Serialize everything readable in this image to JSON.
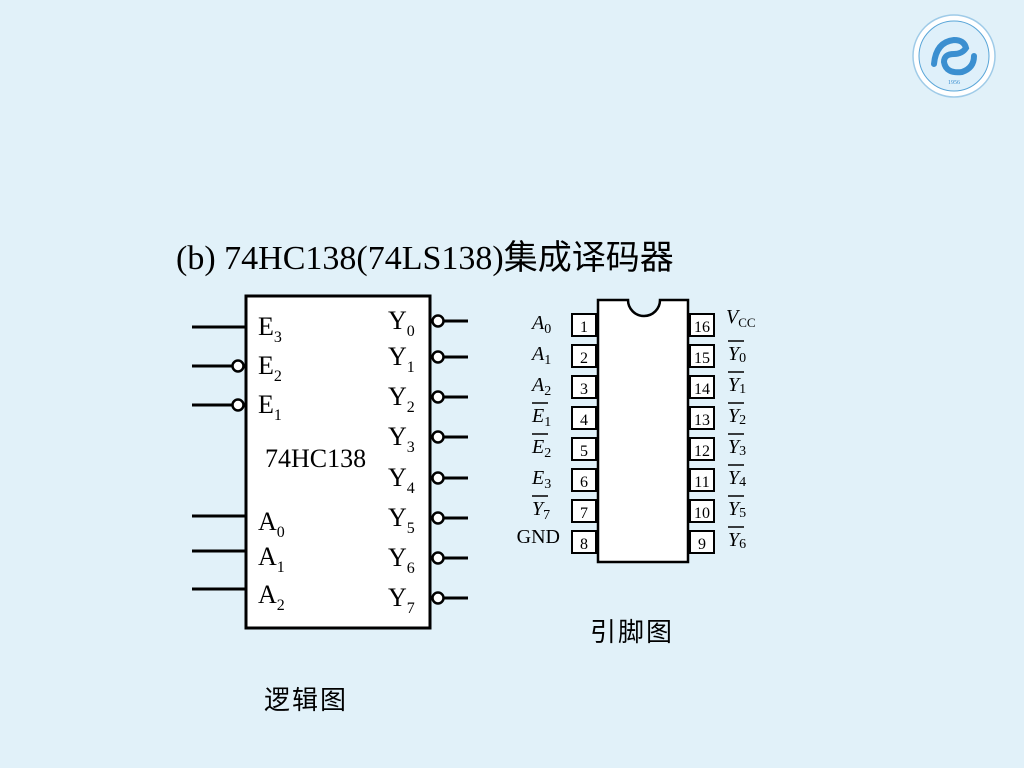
{
  "title": "(b) 74HC138(74LS138)集成译码器",
  "logic_caption": "逻辑图",
  "pinout_caption": "引脚图",
  "logic_chip": {
    "part_name": "74HC138",
    "inputs": [
      {
        "letter": "E",
        "sub": "3",
        "inverted": false
      },
      {
        "letter": "E",
        "sub": "2",
        "inverted": true
      },
      {
        "letter": "E",
        "sub": "1",
        "inverted": true
      },
      {
        "letter": "A",
        "sub": "0",
        "inverted": false
      },
      {
        "letter": "A",
        "sub": "1",
        "inverted": false
      },
      {
        "letter": "A",
        "sub": "2",
        "inverted": false
      }
    ],
    "outputs": [
      {
        "letter": "Y",
        "sub": "0",
        "inverted": true
      },
      {
        "letter": "Y",
        "sub": "1",
        "inverted": true
      },
      {
        "letter": "Y",
        "sub": "2",
        "inverted": true
      },
      {
        "letter": "Y",
        "sub": "3",
        "inverted": true
      },
      {
        "letter": "Y",
        "sub": "4",
        "inverted": true
      },
      {
        "letter": "Y",
        "sub": "5",
        "inverted": true
      },
      {
        "letter": "Y",
        "sub": "6",
        "inverted": true
      },
      {
        "letter": "Y",
        "sub": "7",
        "inverted": true
      }
    ]
  },
  "pin_chip": {
    "left_pins": [
      {
        "num": "1",
        "letter": "A",
        "sub": "0",
        "overline": false
      },
      {
        "num": "2",
        "letter": "A",
        "sub": "1",
        "overline": false
      },
      {
        "num": "3",
        "letter": "A",
        "sub": "2",
        "overline": false
      },
      {
        "num": "4",
        "letter": "E",
        "sub": "1",
        "overline": true
      },
      {
        "num": "5",
        "letter": "E",
        "sub": "2",
        "overline": true
      },
      {
        "num": "6",
        "letter": "E",
        "sub": "3",
        "overline": false
      },
      {
        "num": "7",
        "letter": "Y",
        "sub": "7",
        "overline": true
      },
      {
        "num": "8",
        "letter": "GND",
        "sub": "",
        "overline": false
      }
    ],
    "right_pins": [
      {
        "num": "16",
        "letter": "V",
        "sub": "CC",
        "overline": false
      },
      {
        "num": "15",
        "letter": "Y",
        "sub": "0",
        "overline": true
      },
      {
        "num": "14",
        "letter": "Y",
        "sub": "1",
        "overline": true
      },
      {
        "num": "13",
        "letter": "Y",
        "sub": "2",
        "overline": true
      },
      {
        "num": "12",
        "letter": "Y",
        "sub": "3",
        "overline": true
      },
      {
        "num": "11",
        "letter": "Y",
        "sub": "4",
        "overline": true
      },
      {
        "num": "10",
        "letter": "Y",
        "sub": "5",
        "overline": true
      },
      {
        "num": "9",
        "letter": "Y",
        "sub": "6",
        "overline": true
      }
    ]
  },
  "logo": {
    "year": "1956",
    "ring_color": "#5aa6d8",
    "accent": "#3b8fd0"
  }
}
